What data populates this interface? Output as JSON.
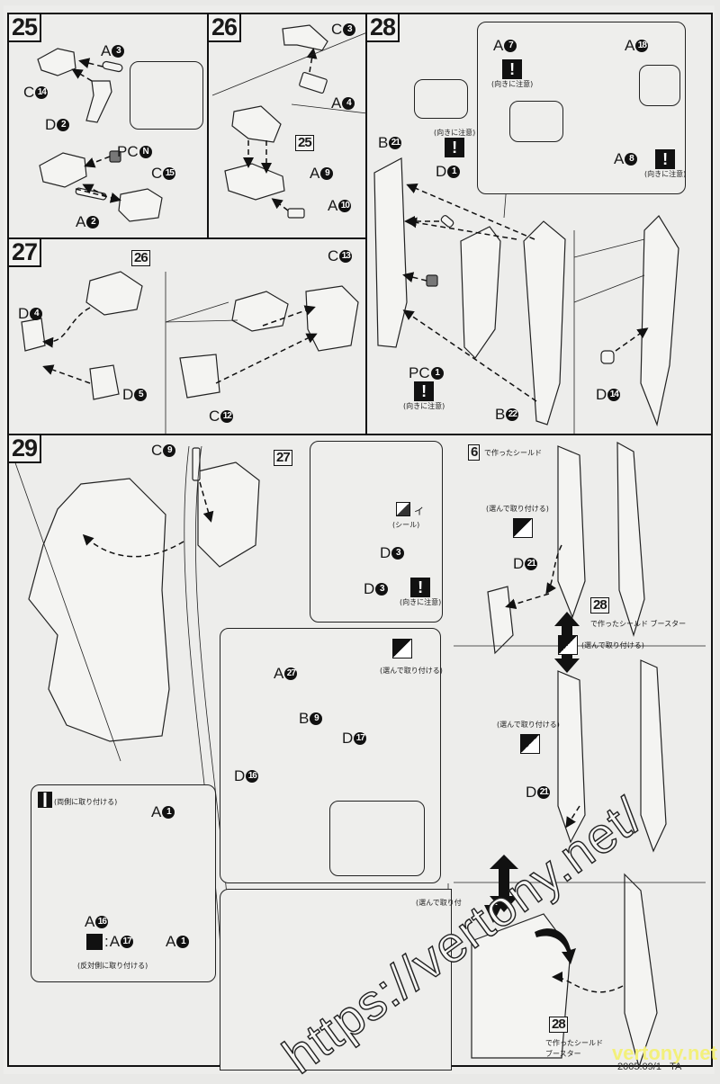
{
  "colors": {
    "ink": "#111111",
    "paper": "#ededeb",
    "watermark_yellow": "#f3f07a"
  },
  "common": {
    "caution_mark": "!",
    "caution_text": "(向きに注意)",
    "choose_text": "(選んで取り付ける)"
  },
  "step25": {
    "number": "25",
    "labels": {
      "a3": {
        "letter": "A",
        "num": "3"
      },
      "c14": {
        "letter": "C",
        "num": "14"
      },
      "d2": {
        "letter": "D",
        "num": "2"
      },
      "pcn": {
        "letter": "PC",
        "num": "N"
      },
      "c15": {
        "letter": "C",
        "num": "15"
      },
      "a2": {
        "letter": "A",
        "num": "2"
      }
    }
  },
  "step26": {
    "number": "26",
    "ref": "25",
    "labels": {
      "c3": {
        "letter": "C",
        "num": "3"
      },
      "a4": {
        "letter": "A",
        "num": "4"
      },
      "a9": {
        "letter": "A",
        "num": "9"
      },
      "a10": {
        "letter": "A",
        "num": "10"
      }
    }
  },
  "step27": {
    "number": "27",
    "ref": "26",
    "labels": {
      "d4": {
        "letter": "D",
        "num": "4"
      },
      "d5": {
        "letter": "D",
        "num": "5"
      },
      "c13": {
        "letter": "C",
        "num": "13"
      },
      "c12": {
        "letter": "C",
        "num": "12"
      }
    }
  },
  "step28": {
    "number": "28",
    "labels": {
      "a7": {
        "letter": "A",
        "num": "7"
      },
      "a18": {
        "letter": "A",
        "num": "18"
      },
      "a8": {
        "letter": "A",
        "num": "8"
      },
      "b21": {
        "letter": "B",
        "num": "21"
      },
      "d1": {
        "letter": "D",
        "num": "1"
      },
      "pc1": {
        "letter": "PC",
        "num": "1"
      },
      "b22": {
        "letter": "B",
        "num": "22"
      },
      "d14": {
        "letter": "D",
        "num": "14"
      }
    }
  },
  "step29": {
    "number": "29",
    "ref": "27",
    "seal_label": "(シール)",
    "seal_id": "イ",
    "labels": {
      "c9": {
        "letter": "C",
        "num": "9"
      },
      "d3a": {
        "letter": "D",
        "num": "3"
      },
      "d3b": {
        "letter": "D",
        "num": "3"
      },
      "a27": {
        "letter": "A",
        "num": "27"
      },
      "b9": {
        "letter": "B",
        "num": "9"
      },
      "d17": {
        "letter": "D",
        "num": "17"
      },
      "d16": {
        "letter": "D",
        "num": "16"
      },
      "a1a": {
        "letter": "A",
        "num": "1"
      },
      "a1b": {
        "letter": "A",
        "num": "1"
      },
      "a16": {
        "letter": "A",
        "num": "16"
      },
      "a17": {
        "letter": "A",
        "num": "17"
      },
      "d21a": {
        "letter": "D",
        "num": "21"
      },
      "d21b": {
        "letter": "D",
        "num": "21"
      }
    },
    "both_sides_text": "(両側に取り付ける)",
    "opposite_side_text": "(反対側に取り付ける)",
    "opposite_prefix": ":",
    "shield_ref": "6",
    "shield_text": "で作ったシールド",
    "booster_ref": "28",
    "booster_text": "で作ったシールド ブースター",
    "booster_text_line1": "で作ったシールド",
    "booster_text_line2": "ブースター",
    "choose_partial": "(選んで取り付"
  },
  "watermark": {
    "url": "https://vertony.net/",
    "site": "vertony.net"
  },
  "footer": {
    "code": "2005.09/1",
    "suffix": "TA"
  }
}
